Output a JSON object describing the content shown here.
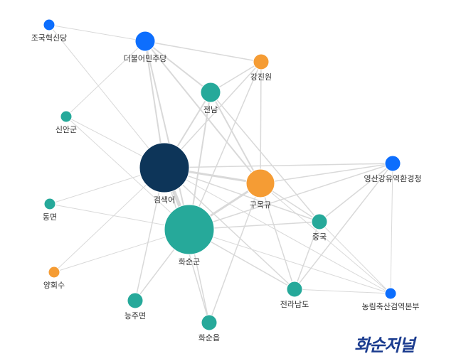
{
  "colors": {
    "party": "#0d6efd",
    "person": "#f59c34",
    "place": "#26a99a",
    "query": "#0d3559",
    "edge": "#d9d9d9"
  },
  "nodes": [
    {
      "id": "query",
      "label": "검색어",
      "type": "query",
      "weight": 10
    },
    {
      "id": "hwasun_gun",
      "label": "화순군",
      "type": "place",
      "weight": 10
    },
    {
      "id": "gu",
      "label": "구목규",
      "type": "person",
      "weight": 6
    },
    {
      "id": "minju",
      "label": "더불어민주당",
      "type": "party",
      "weight": 4
    },
    {
      "id": "jeonnam",
      "label": "전남",
      "type": "place",
      "weight": 4
    },
    {
      "id": "gangjinwon",
      "label": "강진원",
      "type": "person",
      "weight": 3
    },
    {
      "id": "josuk",
      "label": "조국혁신당",
      "type": "party",
      "weight": 2
    },
    {
      "id": "sinan",
      "label": "신안군",
      "type": "place",
      "weight": 2
    },
    {
      "id": "yeongsan",
      "label": "영산강유역환경청",
      "type": "party",
      "weight": 3
    },
    {
      "id": "dongmyeon",
      "label": "동면",
      "type": "place",
      "weight": 2
    },
    {
      "id": "china",
      "label": "중국",
      "type": "place",
      "weight": 3
    },
    {
      "id": "yang",
      "label": "양회수",
      "type": "person",
      "weight": 2
    },
    {
      "id": "jeollanamdo",
      "label": "전라남도",
      "type": "place",
      "weight": 3
    },
    {
      "id": "nongrim",
      "label": "농림축산검역본부",
      "type": "party",
      "weight": 2
    },
    {
      "id": "neungju",
      "label": "능주면",
      "type": "place",
      "weight": 3
    },
    {
      "id": "hwasun_eup",
      "label": "화순읍",
      "type": "place",
      "weight": 3
    }
  ],
  "edges": [
    [
      "josuk",
      "minju"
    ],
    [
      "josuk",
      "query"
    ],
    [
      "minju",
      "gangjinwon"
    ],
    [
      "minju",
      "jeonnam"
    ],
    [
      "minju",
      "sinan"
    ],
    [
      "minju",
      "query"
    ],
    [
      "minju",
      "hwasun_gun"
    ],
    [
      "minju",
      "gu"
    ],
    [
      "gangjinwon",
      "jeonnam"
    ],
    [
      "gangjinwon",
      "gu"
    ],
    [
      "gangjinwon",
      "query"
    ],
    [
      "gangjinwon",
      "hwasun_gun"
    ],
    [
      "jeonnam",
      "query"
    ],
    [
      "jeonnam",
      "hwasun_gun"
    ],
    [
      "jeonnam",
      "gu"
    ],
    [
      "jeonnam",
      "china"
    ],
    [
      "sinan",
      "query"
    ],
    [
      "sinan",
      "hwasun_gun"
    ],
    [
      "query",
      "hwasun_gun"
    ],
    [
      "query",
      "gu"
    ],
    [
      "query",
      "yeongsan"
    ],
    [
      "query",
      "china"
    ],
    [
      "query",
      "dongmyeon"
    ],
    [
      "query",
      "yang"
    ],
    [
      "query",
      "neungju"
    ],
    [
      "query",
      "hwasun_eup"
    ],
    [
      "query",
      "jeollanamdo"
    ],
    [
      "query",
      "nongrim"
    ],
    [
      "hwasun_gun",
      "gu"
    ],
    [
      "hwasun_gun",
      "yeongsan"
    ],
    [
      "hwasun_gun",
      "china"
    ],
    [
      "hwasun_gun",
      "dongmyeon"
    ],
    [
      "hwasun_gun",
      "yang"
    ],
    [
      "hwasun_gun",
      "neungju"
    ],
    [
      "hwasun_gun",
      "hwasun_eup"
    ],
    [
      "hwasun_gun",
      "jeollanamdo"
    ],
    [
      "hwasun_gun",
      "nongrim"
    ],
    [
      "gu",
      "yeongsan"
    ],
    [
      "gu",
      "china"
    ],
    [
      "gu",
      "jeollanamdo"
    ],
    [
      "gu",
      "nongrim"
    ],
    [
      "gu",
      "hwasun_eup"
    ],
    [
      "yeongsan",
      "nongrim"
    ],
    [
      "yeongsan",
      "china"
    ],
    [
      "yeongsan",
      "jeollanamdo"
    ],
    [
      "china",
      "jeollanamdo"
    ],
    [
      "china",
      "nongrim"
    ],
    [
      "jeollanamdo",
      "nongrim"
    ]
  ],
  "logo": "화순저널"
}
